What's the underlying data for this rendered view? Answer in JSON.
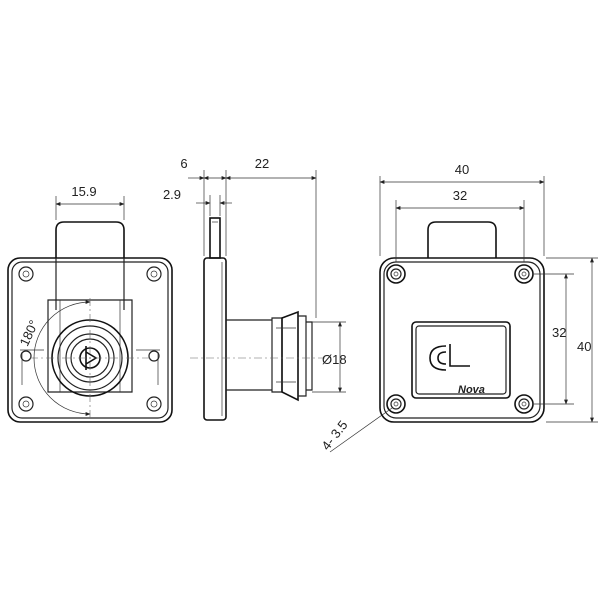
{
  "front_view": {
    "width_label": "15.9",
    "rotation_label": "180°"
  },
  "side_view": {
    "dim_a": "6",
    "dim_b": "22",
    "dim_c": "2.9",
    "diameter_label": "Ø18"
  },
  "back_view": {
    "outer_width": "40",
    "hole_spacing_h": "32",
    "hole_spacing_v": "32",
    "outer_height": "40",
    "holes_label": "4- 3.5",
    "brand": "Nova"
  },
  "colors": {
    "line": "#222222",
    "background": "#ffffff"
  }
}
